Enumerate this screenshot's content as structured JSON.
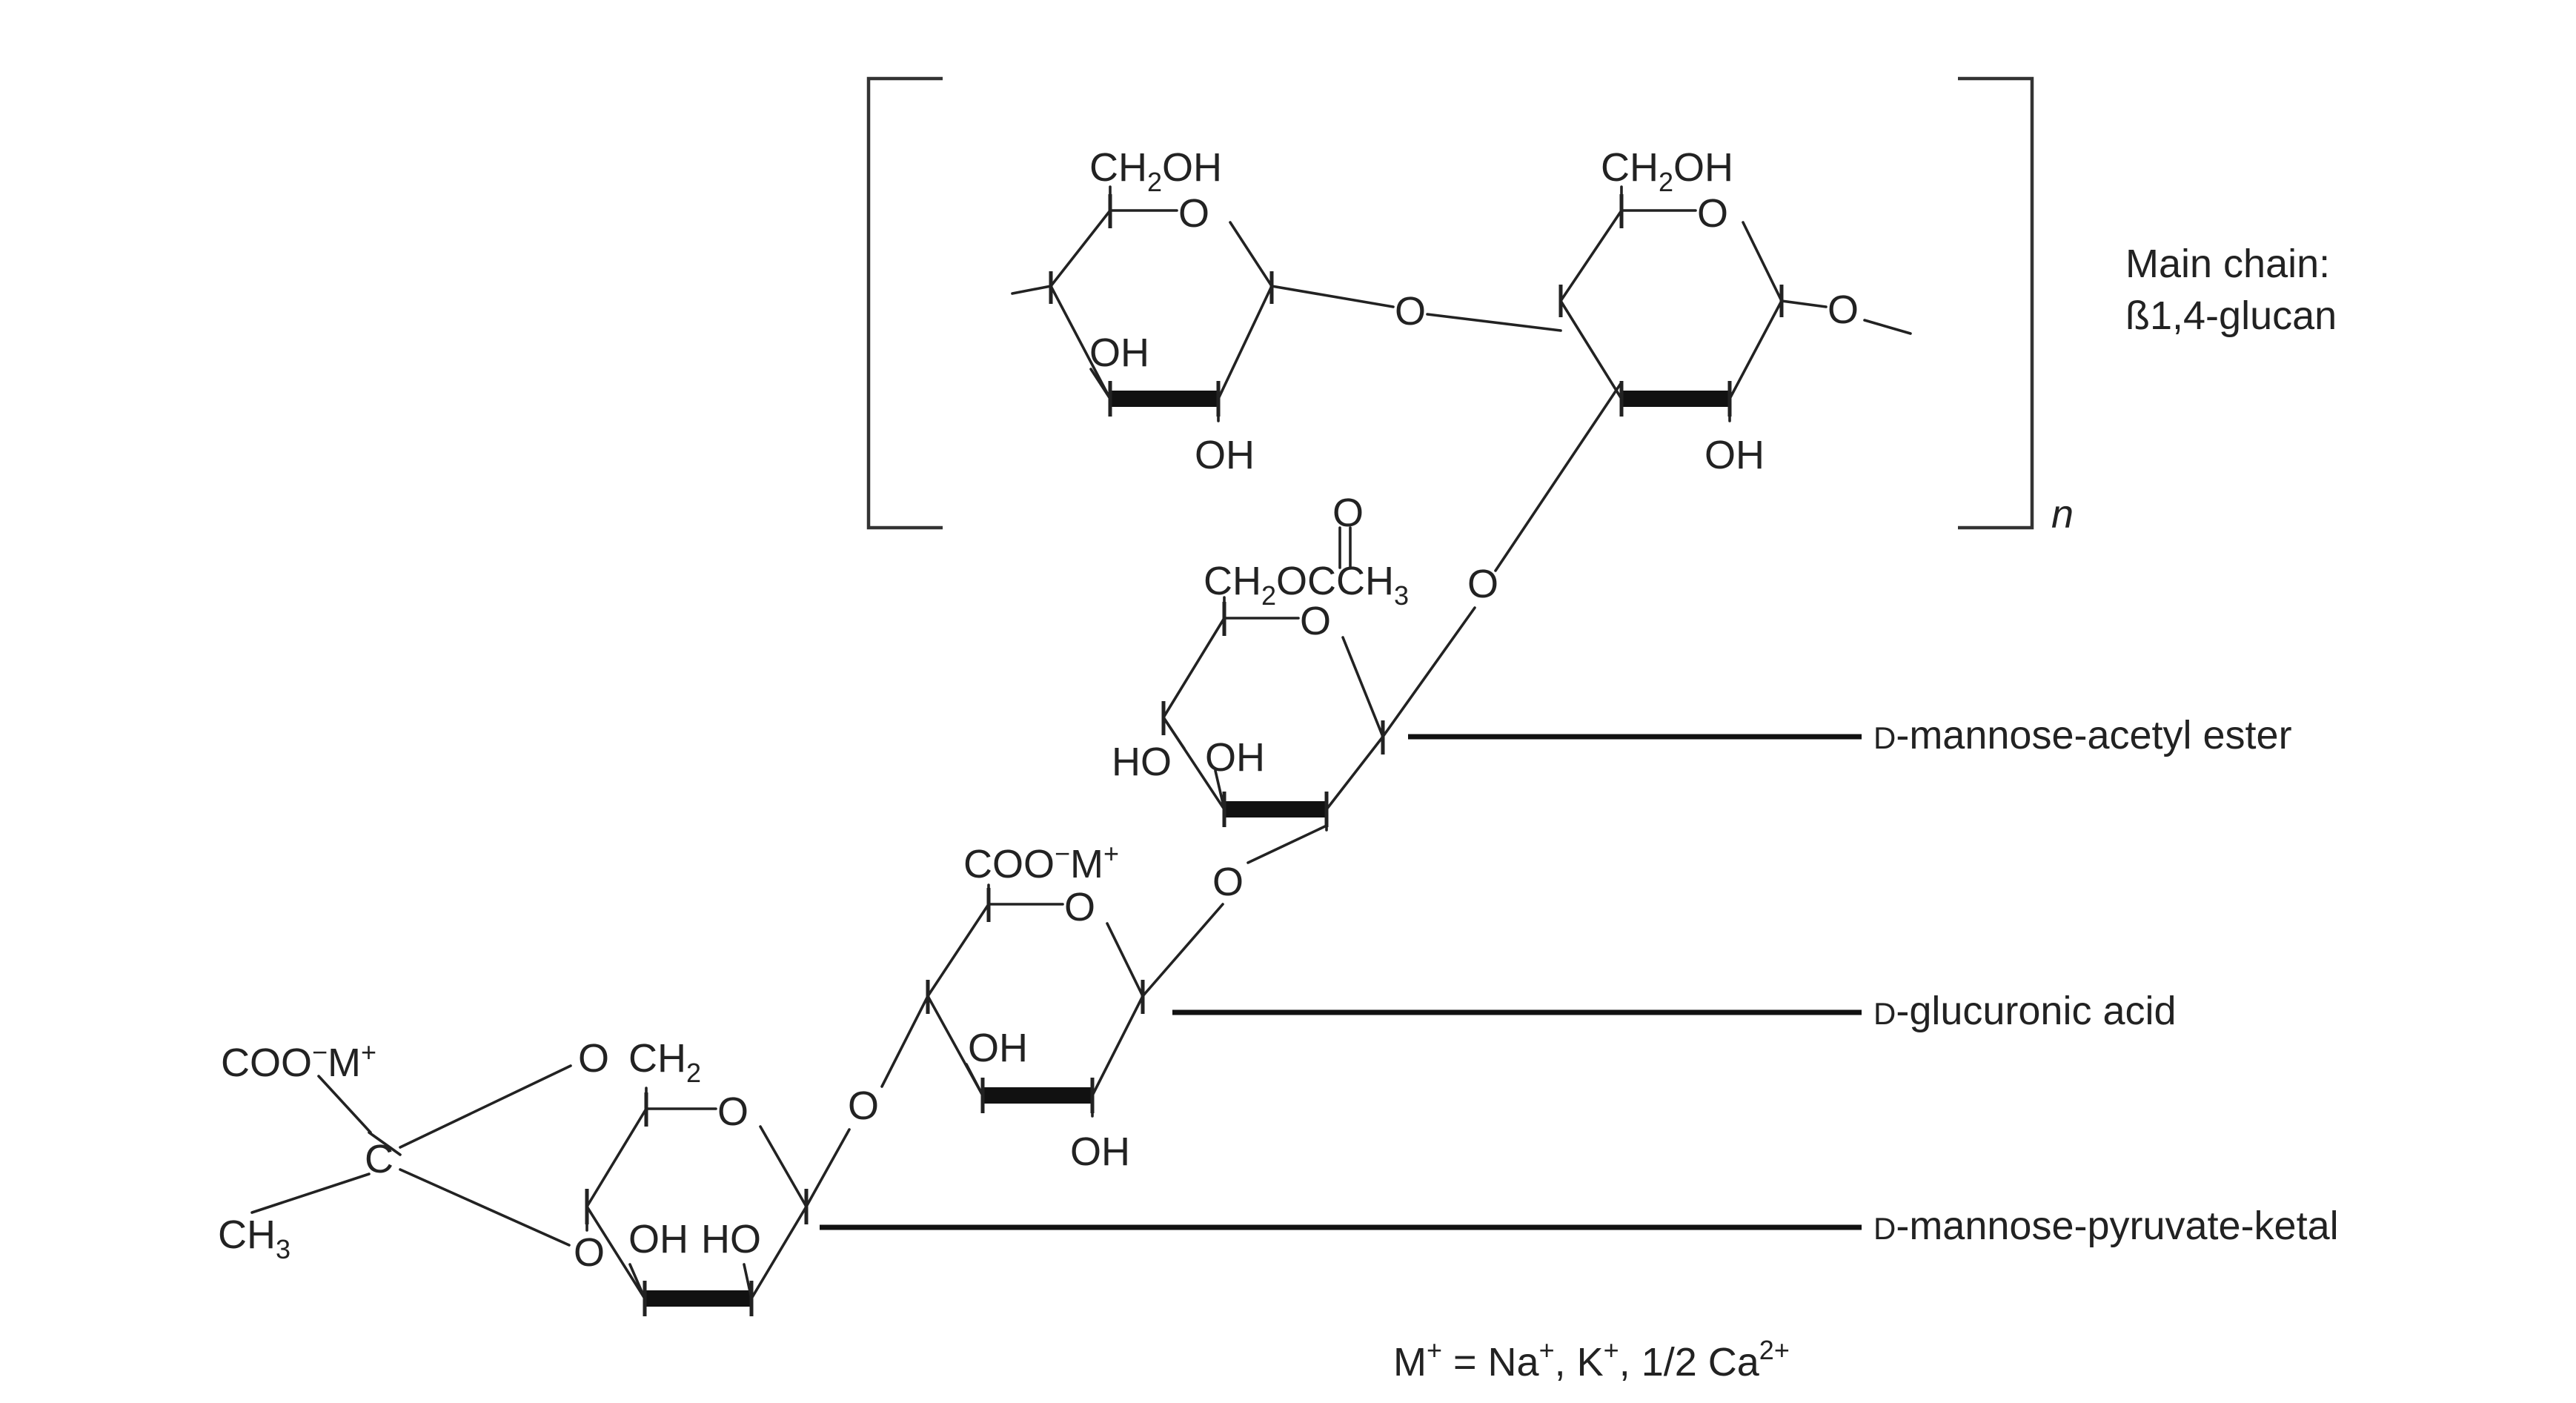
{
  "main_chain": {
    "line1": "Main chain:",
    "line2": "ß1,4-glucan"
  },
  "repeat_subscript": "n",
  "units": [
    {
      "id": "glucose-1",
      "substituent_top": {
        "pre": "CH",
        "sub": "2",
        "post": "OH"
      },
      "ring_oxygen": "O",
      "substituents": [
        "OH",
        "OH"
      ]
    },
    {
      "id": "glucose-2",
      "substituent_top": {
        "pre": "CH",
        "sub": "2",
        "post": "OH"
      },
      "ring_oxygen": "O",
      "substituents": [
        "OH"
      ]
    },
    {
      "id": "mannose-acetyl",
      "substituent_top": {
        "pre": "CH",
        "sub": "2",
        "mid": "O",
        "carbonyl": "C",
        "post": "CH",
        "sub2": "3",
        "carbonyl_o": "O"
      },
      "ring_oxygen": "O",
      "substituents": [
        "HO",
        "OH"
      ]
    },
    {
      "id": "glucuronic",
      "substituent_top": {
        "pre": "COO",
        "charge": "−",
        "post": "M",
        "sup": "+"
      },
      "ring_oxygen": "O",
      "substituents": [
        "OH",
        "OH"
      ]
    },
    {
      "id": "mannose-pyruvate",
      "substituent_top": {
        "o": "O",
        "pre": "CH",
        "sub": "2"
      },
      "ring_oxygen": "O",
      "substituents": [
        "OH",
        "HO"
      ],
      "ring_o2": "O"
    }
  ],
  "linkage_oxygen": [
    "O",
    "O",
    "O",
    "O",
    "O"
  ],
  "pyruvate": {
    "carboxylate": {
      "pre": "COO",
      "charge": "−",
      "post": "M",
      "sup": "+"
    },
    "carbon": "C",
    "methyl": {
      "pre": "CH",
      "sub": "3"
    }
  },
  "labels": {
    "acetyl": {
      "prefix": "D",
      "rest": "-mannose-acetyl ester"
    },
    "glucuronic": {
      "prefix": "D",
      "rest": "-glucuronic acid"
    },
    "pyruvate": {
      "prefix": "D",
      "rest": "-mannose-pyruvate-ketal"
    }
  },
  "counterions": {
    "m": "M",
    "m_sup": "+",
    "eq": " = Na",
    "na_sup": "+",
    "k": ", K",
    "k_sup": "+",
    "ca": ", 1/2 Ca",
    "ca_sup": "2+"
  }
}
